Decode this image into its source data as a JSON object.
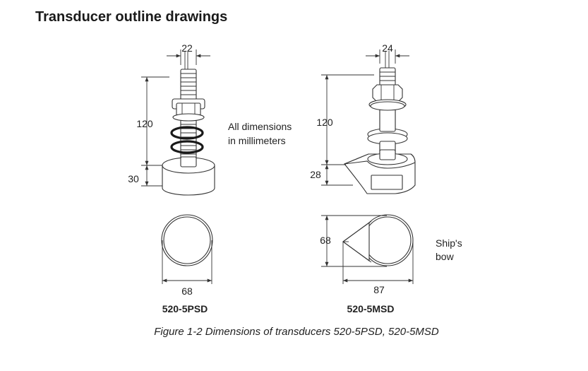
{
  "page": {
    "title": "Transducer outline drawings"
  },
  "psd": {
    "dim_top": "22",
    "dim_height": "120",
    "dim_base": "30",
    "dim_diameter": "68",
    "label": "520-5PSD"
  },
  "msd": {
    "dim_top": "24",
    "dim_height": "120",
    "dim_base": "28",
    "dim_width": "68",
    "dim_length": "87",
    "label": "520-5MSD"
  },
  "notes": {
    "units_line1": "All dimensions",
    "units_line2": "in millimeters",
    "bow_line1": "Ship's",
    "bow_line2": "bow"
  },
  "caption": "Figure 1-2 Dimensions of transducers 520-5PSD, 520-5MSD"
}
